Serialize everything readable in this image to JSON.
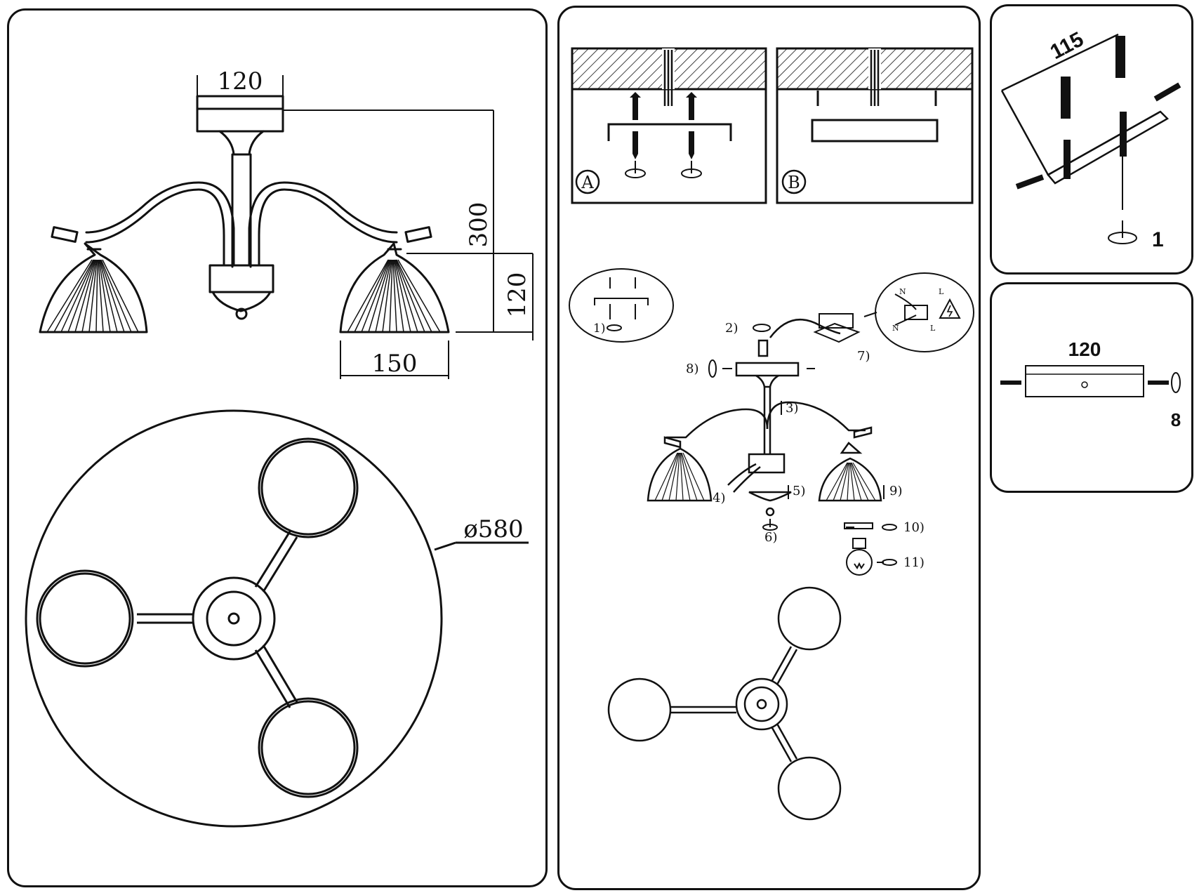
{
  "dimensions": {
    "base_width": "120",
    "total_height": "300",
    "shade_height": "120",
    "shade_width": "150",
    "diameter": "ø580"
  },
  "ceiling_options": {
    "a_label": "A",
    "b_label": "B"
  },
  "assembly_steps": {
    "s1": "1)",
    "s2": "2)",
    "s3": "3)",
    "s4": "4)",
    "s5": "5)",
    "s6": "6)",
    "s7": "7)",
    "s8": "8)",
    "s9": "9)",
    "s10": "10)",
    "s11": "11)"
  },
  "wiring": {
    "n_top": "N",
    "l_top": "L",
    "n_bottom": "N",
    "l_bottom": "L"
  },
  "bracket_panel": {
    "length": "115",
    "step": "1"
  },
  "plate_panel": {
    "width": "120",
    "step": "8"
  },
  "icons": {
    "rotate": "rotate-arrow-icon",
    "hazard": "electric-hazard-icon",
    "bulb": "light-bulb-icon",
    "screw": "screw-icon"
  },
  "colors": {
    "line": "#111111",
    "background": "#ffffff"
  }
}
